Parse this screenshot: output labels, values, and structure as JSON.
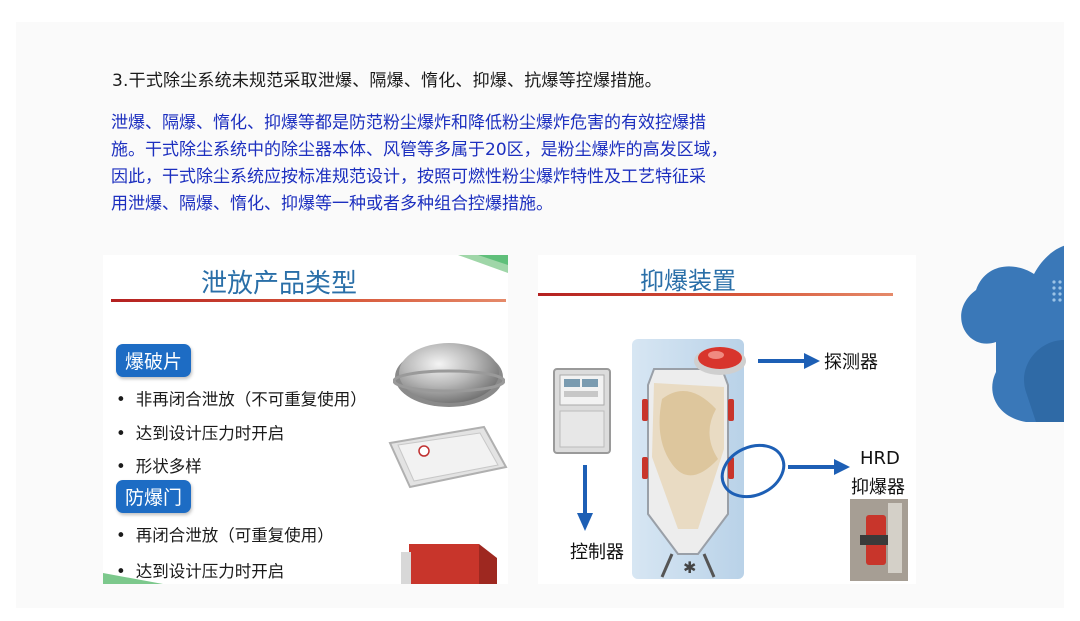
{
  "heading": "3.干式除尘系统未规范采取泄爆、隔爆、惰化、抑爆、抗爆等控爆措施。",
  "paragraph_lines": [
    "泄爆、隔爆、惰化、抑爆等都是防范粉尘爆炸和降低粉尘爆炸危害的有效控爆措",
    "施。干式除尘系统中的除尘器本体、风管等多属于20区，是粉尘爆炸的高发区域，",
    "因此，干式除尘系统应按标准规范设计，按照可燃性粉尘爆炸特性及工艺特征采",
    "用泄爆、隔爆、惰化、抑爆等一种或者多种组合控爆措施。"
  ],
  "left_panel": {
    "title": "泄放产品类型",
    "categories": [
      {
        "label": "爆破片",
        "bullets": [
          "非再闭合泄放（不可重复使用）",
          "达到设计压力时开启",
          "形状多样"
        ]
      },
      {
        "label": "防爆门",
        "bullets": [
          "再闭合泄放（可重复使用）",
          "达到设计压力时开启"
        ]
      }
    ]
  },
  "right_panel": {
    "title": "抑爆装置",
    "detector_label": "探测器",
    "suppressor_label_line1": "HRD",
    "suppressor_label_line2": "抑爆器",
    "controller_label": "控制器"
  },
  "colors": {
    "paragraph": "#1c2fbf",
    "accent_blue": "#1d6cc4",
    "title_blue": "#2a6fa8",
    "rule_red": "#b42020",
    "deco_blue": "#3a78b8"
  }
}
